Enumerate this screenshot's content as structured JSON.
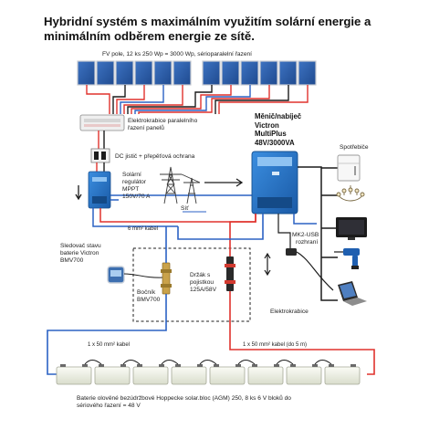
{
  "title": {
    "line1": "Hybridní systém s maximálním využitím solární energie a",
    "line2": "minimálním odběrem energie ze sítě."
  },
  "labels": {
    "pv_field": "FV pole, 12 ks 250 Wp = 3000 Wp, sérioparalelní řazení",
    "junction_box": [
      "Elektrokrabice paralelního",
      "řazení panelů"
    ],
    "dc_breaker": "DC jistič + přepěťová ochrana",
    "mppt": [
      "Solární",
      "regulátor",
      "MPPT",
      "150V/70 A"
    ],
    "grid": "Síť",
    "inverter": [
      "Měnič/nabíječ",
      "Victron",
      "MultiPlus",
      "48V/3000VA"
    ],
    "appliances": "Spotřebiče",
    "mk2": [
      "MK2-USB",
      "rozhraní"
    ],
    "cable_6": "6 mm² kabel",
    "bmv_monitor": [
      "Sledovač stavu",
      "baterie Victron",
      "BMV700"
    ],
    "shunt": [
      "Bočník",
      "BMV700"
    ],
    "fuse_holder": [
      "Držák s",
      "pojistkou",
      "125A/58V"
    ],
    "electro_box": "Elektrokrabice",
    "cable_50_left": "1 x 50 mm² kabel",
    "cable_50_right": "1 x 50 mm² kabel (do 5 m)",
    "batteries": [
      "Baterie olověné bezúdržbové Hoppecke solar.bloc (AGM) 250, 8 ks 6 V bloků do",
      "sériového řazení = 48 V"
    ]
  },
  "colors": {
    "panel": "#2d5fa8",
    "panel_frame": "#c9ccd2",
    "wire_red": "#e0322d",
    "wire_blue": "#2b62c4",
    "wire_black": "#1c1c1c",
    "victron_blue": "#1f6fc1",
    "battery": "#eef0e4"
  },
  "icons": [
    "solar-panel-icon",
    "junction-box-icon",
    "dc-breaker-icon",
    "mppt-controller-icon",
    "power-pylon-icon",
    "inverter-charger-icon",
    "refrigerator-icon",
    "chandelier-icon",
    "tv-icon",
    "drill-icon",
    "laptop-icon",
    "bmv-monitor-icon",
    "shunt-icon",
    "fuse-holder-icon",
    "battery-block-icon",
    "usb-interface-icon"
  ]
}
